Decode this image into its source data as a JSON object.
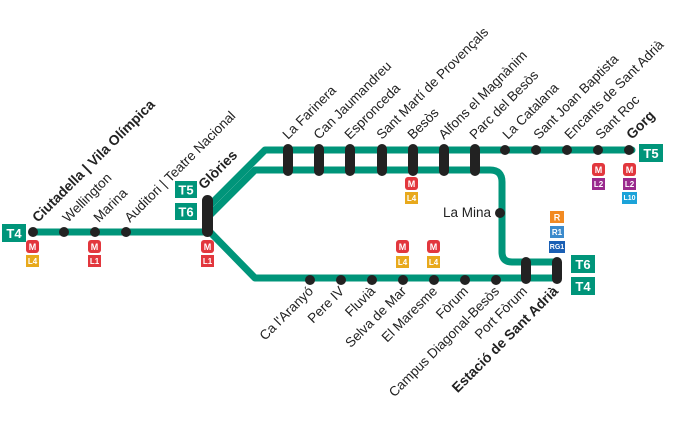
{
  "colors": {
    "tram": "#00957a",
    "metro_logo": "#e2373d",
    "L1": "#e2373d",
    "L2": "#9a2a8e",
    "L4": "#e8a91c",
    "L10": "#1ba3d9",
    "R": "#f28a22",
    "R1": "#3c8bcc",
    "RG1": "#1a5fb4",
    "station": "#222222"
  },
  "lines": {
    "T4_west": "T4",
    "T5_east": "T5",
    "T5_glories": "T5",
    "T6_glories": "T6",
    "T6_end": "T6",
    "T4_end": "T4"
  },
  "stations": {
    "ciutadella": "Ciutadella | Vila Olímpica",
    "wellington": "Wellington",
    "marina": "Marina",
    "auditori": "Auditori | Teatre Nacional",
    "glories": "Glòries",
    "la_farinera": "La Farinera",
    "can_jaumandreu": "Can Jaumandreu",
    "espronceda": "Espronceda",
    "sant_marti": "Sant Martí de Provençals",
    "besos": "Besòs",
    "alfons": "Alfons el Magnànim",
    "parc_besos": "Parc del Besòs",
    "la_catalana": "La Catalana",
    "sant_joan_baptista": "Sant Joan Baptista",
    "encants": "Encants de Sant Adrià",
    "sant_roc": "Sant Roc",
    "gorg": "Gorg",
    "la_mina": "La Mina",
    "ca_aranyo": "Ca l'Aranyó",
    "pere_iv": "Pere IV",
    "fluvia": "Fluvià",
    "selva_de_mar": "Selva de Mar",
    "el_maresme": "El Maresme",
    "forum": "Fòrum",
    "campus": "Campus Diagonal-Besòs",
    "port_forum": "Port Fòrum",
    "estacio_sant_adria": "Estació de Sant Adrià"
  },
  "badges": {
    "L1": "L1",
    "L2": "L2",
    "L4": "L4",
    "L10": "L10",
    "R": "R",
    "R1": "R1",
    "RG1": "RG1"
  }
}
